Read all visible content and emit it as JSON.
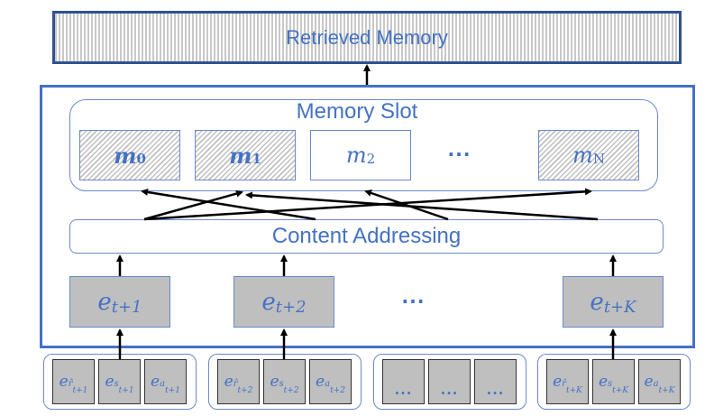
{
  "retrieved_memory": {
    "label": "Retrieved Memory"
  },
  "memory_slot": {
    "title": "Memory Slot",
    "slots": [
      {
        "base": "m",
        "sub": "0",
        "style": "hatched",
        "bold": true
      },
      {
        "base": "m",
        "sub": "1",
        "style": "hatched",
        "bold": true
      },
      {
        "base": "m",
        "sub": "2",
        "style": "plain",
        "bold": false
      },
      {
        "base": "m",
        "sub": "N",
        "style": "hatched",
        "bold": false
      }
    ],
    "ellipsis": "⋯"
  },
  "content_addressing": {
    "label": "Content Addressing"
  },
  "embeddings": {
    "items": [
      {
        "base": "e",
        "sub": "t+1"
      },
      {
        "base": "e",
        "sub": "t+2"
      },
      {
        "base": "e",
        "sub": "t+K"
      }
    ],
    "ellipsis": "⋯"
  },
  "input_groups": [
    {
      "cells": [
        {
          "base": "e",
          "sub": "r̂",
          "subsub": "t+1"
        },
        {
          "base": "e",
          "sub": "s",
          "subsub": "t+1"
        },
        {
          "base": "e",
          "sub": "a",
          "subsub": "t+1"
        }
      ]
    },
    {
      "cells": [
        {
          "base": "e",
          "sub": "r̂",
          "subsub": "t+2"
        },
        {
          "base": "e",
          "sub": "s",
          "subsub": "t+2"
        },
        {
          "base": "e",
          "sub": "a",
          "subsub": "t+2"
        }
      ]
    },
    {
      "cells": [
        {
          "dots": "..."
        },
        {
          "dots": "..."
        },
        {
          "dots": "..."
        }
      ]
    },
    {
      "cells": [
        {
          "base": "e",
          "sub": "r̂",
          "subsub": "t+K"
        },
        {
          "base": "e",
          "sub": "s",
          "subsub": "t+K"
        },
        {
          "base": "e",
          "sub": "a",
          "subsub": "t+K"
        }
      ]
    }
  ],
  "colors": {
    "accent": "#4472C4",
    "dark_border": "#2F528F",
    "box_fill": "#BFBFBF",
    "arrow": "#000000"
  }
}
